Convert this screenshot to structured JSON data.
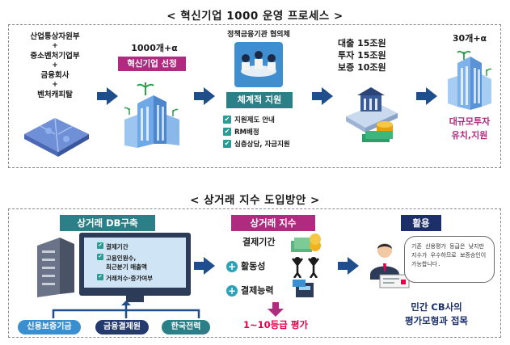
{
  "section1": {
    "title": "< 혁신기업 1000 운영 프로세스 >",
    "stage1": {
      "items": [
        "산업통상자원부",
        "중소벤처기업부",
        "금융회사",
        "벤처캐피탈"
      ],
      "plus": "+"
    },
    "stage2": {
      "count": "1000개+α",
      "label": "혁신기업 선정"
    },
    "stage3": {
      "heading": "정책금융기관 협의체",
      "label": "체계적 지원",
      "checks": [
        "지원제도 안내",
        "RM배정",
        "심층상담, 자금지원"
      ],
      "check_mark": "✔"
    },
    "stage4": {
      "lines": [
        "대출 15조원",
        "투자 15조원",
        "보증 10조원"
      ]
    },
    "stage5": {
      "count": "30개+α",
      "label_line1": "대규모투자",
      "label_line2": "유치,지원"
    }
  },
  "section2": {
    "title": "< 상거래 지수 도입방안 >",
    "db": {
      "header": "상거래 DB구축",
      "screen_items": [
        "결제기간",
        "고용인원수,\n최근분기 매출액",
        "거래처수·증가여부"
      ],
      "check_mark": "✔",
      "sources": [
        "신용보증기금",
        "금융결제원",
        "한국전력"
      ]
    },
    "index": {
      "header": "상거래 지수",
      "rows": [
        "결제기간",
        "활동성",
        "결제능력"
      ],
      "plus": "+",
      "result": "1~10등급 평가"
    },
    "use": {
      "header": "활용",
      "speech": "기존 신용평가 등급은 낮지만 지수가 우수하므로 보증승인이 가능합니다.",
      "caption_line1": "민간 CB사의",
      "caption_line2": "평가모형과 접목"
    }
  },
  "colors": {
    "arrow": "#1f4e8c",
    "magenta": "#b02a7f",
    "teal": "#2b7f86",
    "navy": "#1c2f6b",
    "red": "#e0004d"
  }
}
